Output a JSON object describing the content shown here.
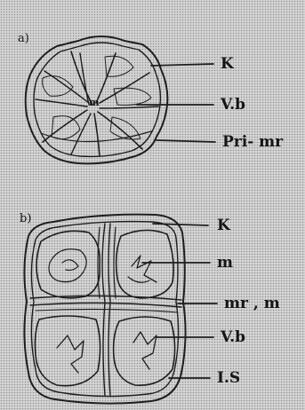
{
  "panel_a": {
    "label": "a)",
    "center_label": "m",
    "labels": {
      "k": "K",
      "vb": "V.b",
      "pri_mr": "Pri- mr"
    }
  },
  "panel_b": {
    "label": "b)",
    "labels": {
      "k": "K",
      "m": "m",
      "mr_m": "mr , m",
      "vb": "V.b",
      "is": "I.S"
    }
  }
}
